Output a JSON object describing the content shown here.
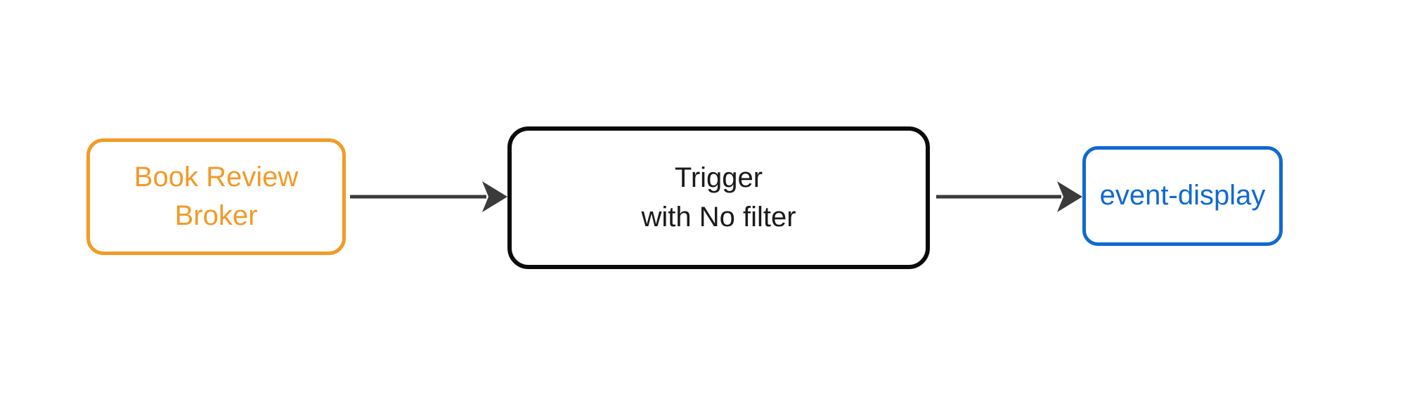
{
  "diagram": {
    "nodes": [
      {
        "id": "book-review-broker",
        "label": "Book Review\nBroker"
      },
      {
        "id": "trigger",
        "label": "Trigger\nwith No filter"
      },
      {
        "id": "event-display",
        "label": "event-display"
      }
    ],
    "edges": [
      {
        "from": "book-review-broker",
        "to": "trigger"
      },
      {
        "from": "trigger",
        "to": "event-display"
      }
    ]
  },
  "colors": {
    "broker": "#F39A27",
    "trigger-border": "#0B0B0B",
    "trigger-text": "#1A1A1A",
    "event-display": "#1169D2",
    "arrow": "#3B3B3B",
    "background": "#FFFFFF"
  }
}
